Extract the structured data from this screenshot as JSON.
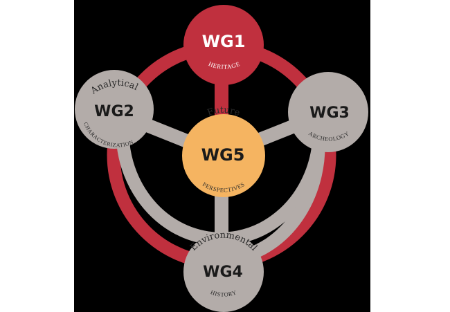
{
  "colors": {
    "background": "#000000",
    "heritage": "#c0303e",
    "gray": "#b3aca9",
    "center": "#f5b461"
  },
  "nodes": {
    "wg1": {
      "code": "WG1",
      "bottom_text": "HERITAGE"
    },
    "wg2": {
      "code": "WG2",
      "top_text": "Analytical",
      "bottom_text": "CHARACTERIZATION"
    },
    "wg3": {
      "code": "WG3",
      "bottom_text": "ARCHEOLOGY"
    },
    "wg4": {
      "code": "WG4",
      "top_text": "Environmental",
      "bottom_text": "HISTORY"
    },
    "wg5": {
      "code": "WG5",
      "top_text": "Future",
      "bottom_text": "PERSPECTIVES"
    }
  }
}
